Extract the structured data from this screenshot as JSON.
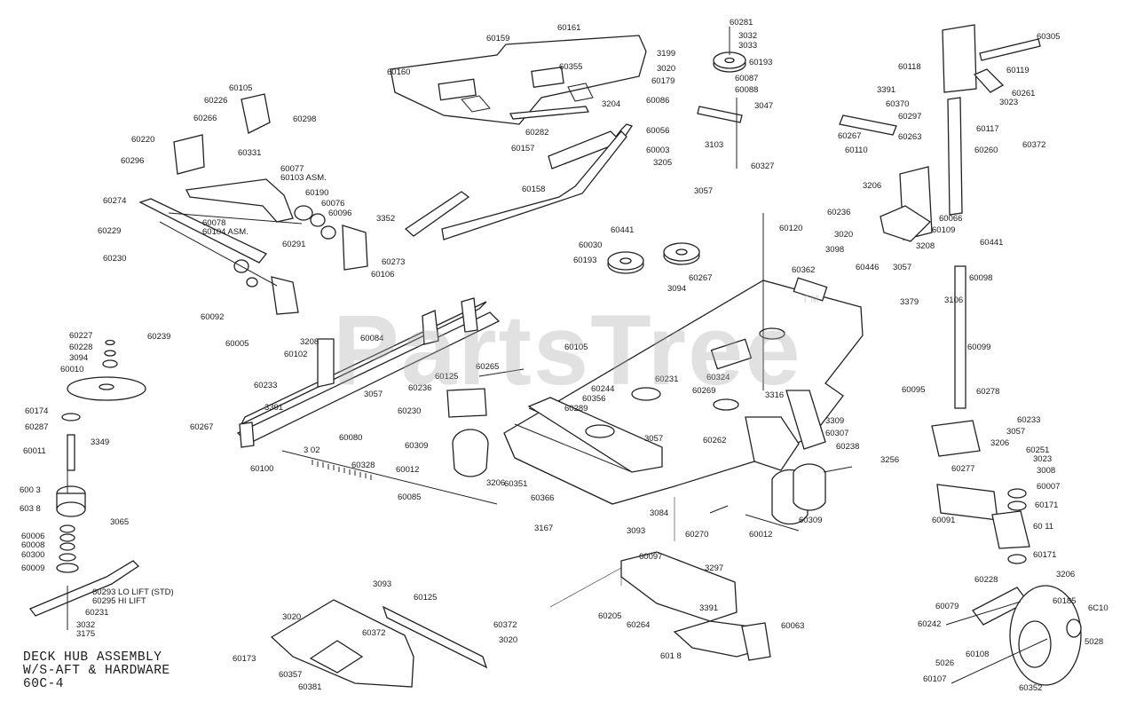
{
  "watermark": {
    "text": "PartsTree",
    "mark": "TM"
  },
  "caption": {
    "line1": "DECK HUB ASSEMBLY",
    "line2": "W/S-AFT & HARDWARE",
    "line3": "60C-4"
  },
  "labels": [
    "60161",
    "60159",
    "60160",
    "60355",
    "60282",
    "60157",
    "60158",
    "3204",
    "60281",
    "3032",
    "3033",
    "3199",
    "3020",
    "60193",
    "60179",
    "60087",
    "60088",
    "60086",
    "3047",
    "60056",
    "3103",
    "60003",
    "3205",
    "60327",
    "3057",
    "60305",
    "60118",
    "60119",
    "60261",
    "3023",
    "3391",
    "60370",
    "60297",
    "60263",
    "60267",
    "60110",
    "60117",
    "60260",
    "60372",
    "60105",
    "60226",
    "60298",
    "60331",
    "60266",
    "60220",
    "60296",
    "60077",
    "60103 ASM.",
    "60274",
    "60190",
    "60076",
    "60096",
    "3352",
    "60078",
    "60104 ASM.",
    "60229",
    "60230",
    "60291",
    "60273",
    "60106",
    "60092",
    "60005",
    "60084",
    "60102",
    "3208",
    "60227",
    "60228",
    "3094",
    "60010",
    "60239",
    "60174",
    "60287",
    "3349",
    "60011",
    "600 3",
    "603 8",
    "3065",
    "60006",
    "60008",
    "60300",
    "60009",
    "60293 LO LIFT (STD)",
    "60295 HI LIFT",
    "60231",
    "3032",
    "3175",
    "3391",
    "60267",
    "60100",
    "3 02",
    "60328",
    "60085",
    "60233",
    "60236",
    "3057",
    "60080",
    "60125",
    "60265",
    "60230",
    "60309",
    "60012",
    "3206",
    "60351",
    "60366",
    "3167",
    "60105",
    "60289",
    "60356",
    "60244",
    "60231",
    "60269",
    "60324",
    "3316",
    "3309",
    "60307",
    "60238",
    "60262",
    "3057",
    "3084",
    "3093",
    "60270",
    "60012",
    "60309",
    "60441",
    "60030",
    "60193",
    "60267",
    "60120",
    "60362",
    "3094",
    "60066",
    "60109",
    "60236",
    "3020",
    "3098",
    "60446",
    "3057",
    "3206",
    "3208",
    "60441",
    "3379",
    "3106",
    "60098",
    "60099",
    "60278",
    "60095",
    "60233",
    "3057",
    "60277",
    "3206",
    "3256",
    "60251",
    "3023",
    "3008",
    "60007",
    "60171",
    "60091",
    "60 11",
    "60171",
    "60228",
    "3206",
    "60185",
    "60079",
    "60242",
    "5028",
    "6C10",
    "60108",
    "5026",
    "60107",
    "60352",
    "60097",
    "3297",
    "60205",
    "3391",
    "60264",
    "601 8",
    "60063",
    "3093",
    "60125",
    "3020",
    "60372",
    "60173",
    "60357",
    "60381",
    "60372",
    "3020"
  ]
}
